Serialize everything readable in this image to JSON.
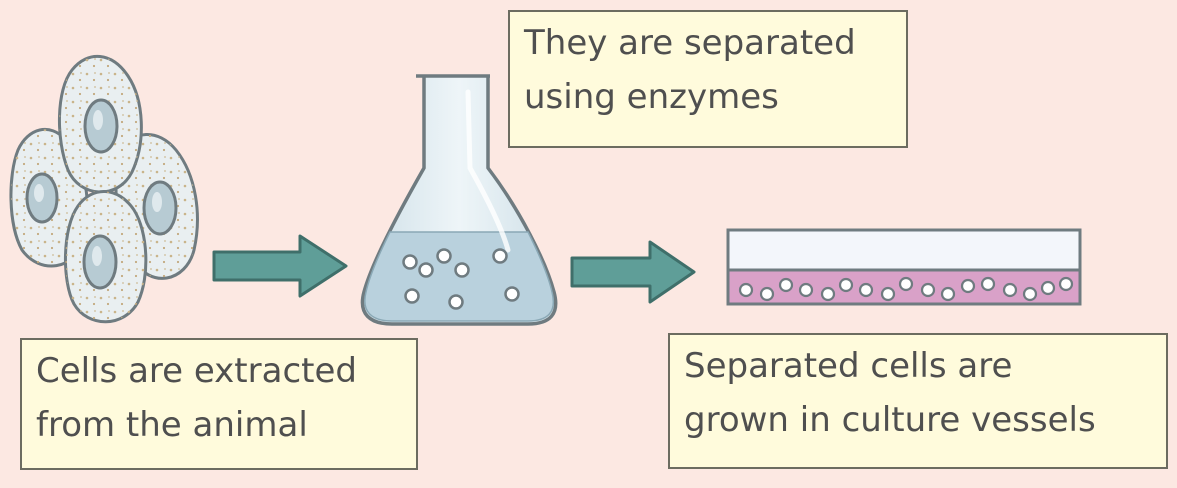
{
  "labels": {
    "separated": {
      "line1": "They are separated",
      "line2": "using enzymes"
    },
    "extracted": {
      "line1": "Cells are extracted",
      "line2": "from the animal"
    },
    "grown": {
      "line1": "Separated cells are",
      "line2": "grown in culture vessels"
    }
  },
  "colors": {
    "background": "#fce8e2",
    "label_fill": "#fffbdc",
    "label_border": "#6c6c60",
    "arrow": "#5f9e98",
    "cell_fill": "#e8eef0",
    "nucleus": "#b5c9d2",
    "flask_liquid": "#b9d1dd",
    "culture_medium": "#d9a1c8"
  },
  "icons": [
    "animal-cells-icon",
    "arrow-right-icon",
    "conical-flask-icon",
    "culture-vessel-icon"
  ]
}
